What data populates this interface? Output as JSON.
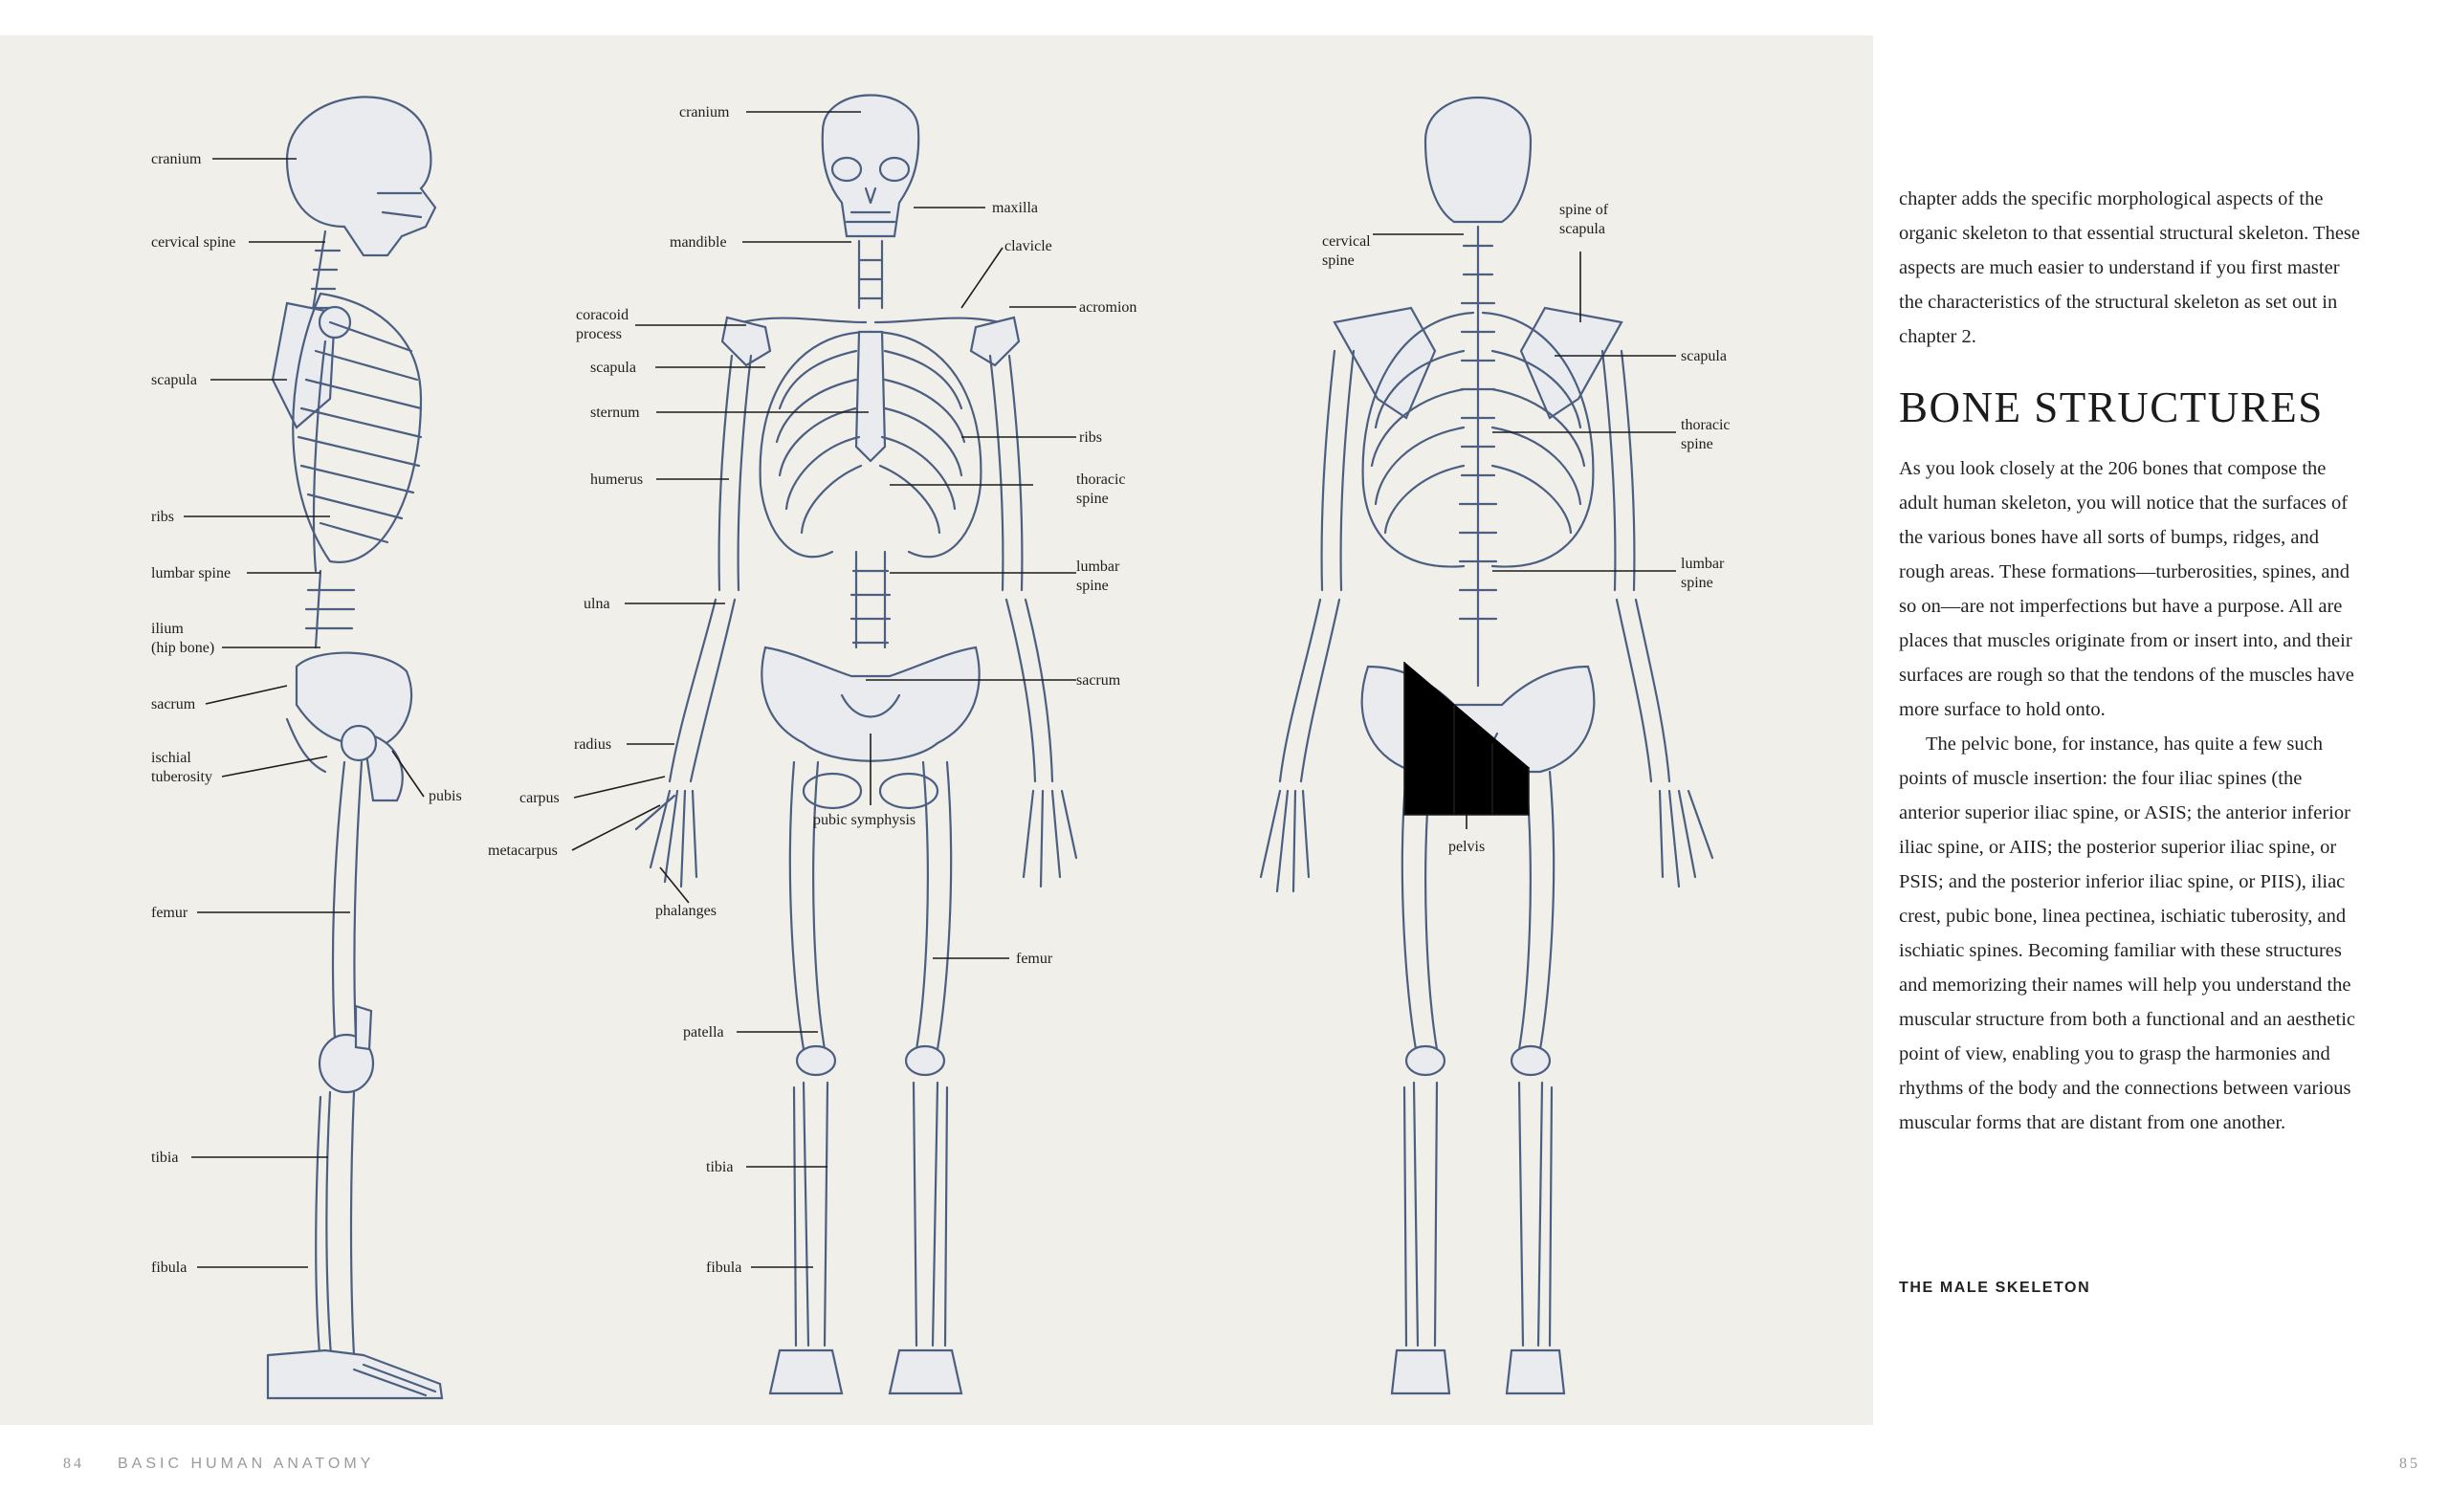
{
  "figure": {
    "lateral": [
      "cranium",
      "cervical spine",
      "scapula",
      "ribs",
      "lumbar spine",
      "ilium",
      "(hip bone)",
      "sacrum",
      "ischial",
      "tuberosity",
      "pubis",
      "femur",
      "tibia",
      "fibula"
    ],
    "anterior": [
      "cranium",
      "maxilla",
      "mandible",
      "clavicle",
      "acromion",
      "coracoid",
      "process",
      "scapula",
      "sternum",
      "ribs",
      "humerus",
      "thoracic",
      "spine",
      "lumbar",
      "spine",
      "ulna",
      "sacrum",
      "radius",
      "carpus",
      "pubic symphysis",
      "metacarpus",
      "phalanges",
      "femur",
      "patella",
      "tibia",
      "fibula"
    ],
    "posterior": [
      "spine of",
      "scapula",
      "cervical",
      "spine",
      "scapula",
      "thoracic",
      "spine",
      "lumbar",
      "spine",
      "pelvis"
    ]
  },
  "text": {
    "intro": "chapter adds the specific morphological aspects of the organic skeleton to that essential structural skeleton. These aspects are much easier to understand if you first master the characteristics of the structural skeleton as set out in chapter 2.",
    "heading": "Bone Structures",
    "para1": "As you look closely at the 206 bones that compose the adult human skeleton, you will notice that the surfaces of the various bones have all sorts of bumps, ridges, and rough areas. These formations—turberosities, spines, and so on—are not imperfections but have a purpose. All are places that muscles originate from or insert into, and their surfaces are rough so that the tendons of the muscles have more surface to hold onto.",
    "para2": "The pelvic bone, for instance, has quite a few such points of muscle insertion: the four iliac spines (the anterior superior iliac spine, or ASIS; the anterior inferior iliac spine, or AIIS; the posterior superior iliac spine, or PSIS; and the posterior inferior iliac spine, or PIIS), iliac crest, pubic bone, linea pectinea, ischiatic tuberosity, and ischiatic spines. Becoming familiar with these structures and memorizing their names will help you understand the muscular structure from both a functional and an aesthetic point of view, enabling you to grasp the harmonies and rhythms of the body and the connections between various muscular forms that are distant from one another.",
    "caption": "THE MALE SKELETON"
  },
  "footer": {
    "left_page": "84",
    "book_title": "BASIC HUMAN ANATOMY",
    "right_page": "85"
  },
  "colors": {
    "plate_bg": "#f1efea",
    "bone_ink": "#4c5f80",
    "footer_grey": "#9a9a9a"
  }
}
